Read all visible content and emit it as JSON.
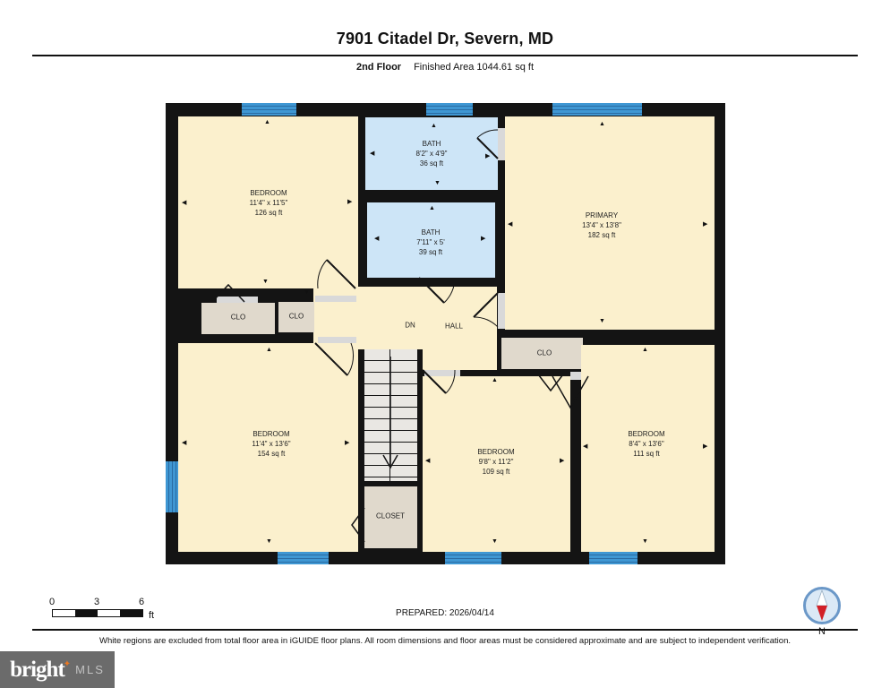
{
  "header": {
    "title": "7901 Citadel Dr, Severn, MD",
    "floor_label": "2nd Floor",
    "area_label": "Finished Area 1044.61 sq ft"
  },
  "rooms": {
    "bedroom_tl": {
      "name": "BEDROOM",
      "dims": "11'4\" x 11'5\"",
      "area": "126 sq ft"
    },
    "bath_top": {
      "name": "BATH",
      "dims": "8'2\" x 4'9\"",
      "area": "36 sq ft"
    },
    "bath_mid": {
      "name": "BATH",
      "dims": "7'11\" x 5'",
      "area": "39 sq ft"
    },
    "primary": {
      "name": "PRIMARY",
      "dims": "13'4\" x 13'8\"",
      "area": "182 sq ft"
    },
    "hall": {
      "name": "HALL",
      "down_label": "DN"
    },
    "clo_left": {
      "name": "CLO"
    },
    "clo_mid": {
      "name": "CLO"
    },
    "clo_right": {
      "name": "CLO"
    },
    "closet": {
      "name": "CLOSET"
    },
    "bedroom_bl": {
      "name": "BEDROOM",
      "dims": "11'4\" x 13'6\"",
      "area": "154 sq ft"
    },
    "bedroom_bc": {
      "name": "BEDROOM",
      "dims": "9'8\" x 11'2\"",
      "area": "109 sq ft"
    },
    "bedroom_br": {
      "name": "BEDROOM",
      "dims": "8'4\" x 13'6\"",
      "area": "111 sq ft"
    }
  },
  "scale_bar": {
    "tick_0": "0",
    "tick_1": "3",
    "tick_2": "6",
    "unit": "ft"
  },
  "footer": {
    "prepared_label": "PREPARED: 2026/04/14",
    "compass_label": "N",
    "disclaimer": "White regions are excluded from total floor area in iGUIDE floor plans. All room dimensions and floor areas must be considered approximate and are subject to independent verification.",
    "logo_brand": "bright",
    "logo_star": "✦",
    "logo_suffix": "MLS"
  },
  "icons": {
    "arrow_up": "▲",
    "arrow_down": "▼",
    "arrow_left": "◀",
    "arrow_right": "▶"
  },
  "colors": {
    "wall": "#141414",
    "room_fill": "#fbf0cd",
    "bath_fill": "#cde5f7",
    "closet_fill": "#e0d9cc",
    "stairs_fill": "#e9e7e3",
    "window_blue": "#3f97d3",
    "compass_red": "#d22027",
    "logo_orange": "#e87722",
    "logo_bg": "#6b6b6b"
  }
}
